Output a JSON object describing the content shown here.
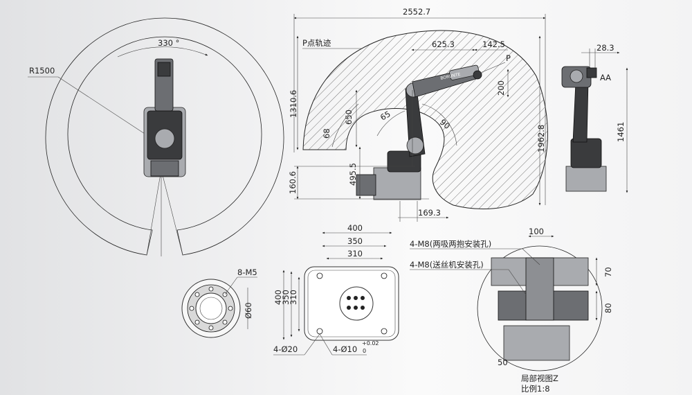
{
  "top_view": {
    "angle": "330 °",
    "radius": "R1500"
  },
  "side_view": {
    "width": "2552.7",
    "path_label": "P点轨迹",
    "forearm": "625.3",
    "wrist": "142.5",
    "point": "P",
    "offset": "200",
    "shoulder_height": "1310.6",
    "reach_height": "1962.8",
    "upper_arm": "650",
    "base_upper": "495.5",
    "base_lower": "160.6",
    "base_offset": "169.3",
    "angle_a": "68",
    "angle_b": "65",
    "angle_c": "90",
    "brand": "BORUNTE"
  },
  "front_view": {
    "flange": "28.3",
    "height": "1461",
    "view_mark": "AA"
  },
  "flange_view": {
    "holes": "8-M5",
    "diameter": "Ø60"
  },
  "base_view": {
    "w1": "400",
    "w2": "350",
    "w3": "310",
    "h1": "400",
    "h2": "350",
    "h3": "310",
    "holes_large": "4-Ø20",
    "holes_small": "4-Ø10",
    "tol_upper": "+0.02",
    "tol_lower": "0"
  },
  "detail_view": {
    "w": "100",
    "h1": "70",
    "h2": "80",
    "bottom": "50",
    "note1": "4-M8(两吸两抱安装孔)",
    "note2": "4-M8(送丝机安装孔)",
    "title": "局部视图Z",
    "scale": "比例1:8"
  }
}
